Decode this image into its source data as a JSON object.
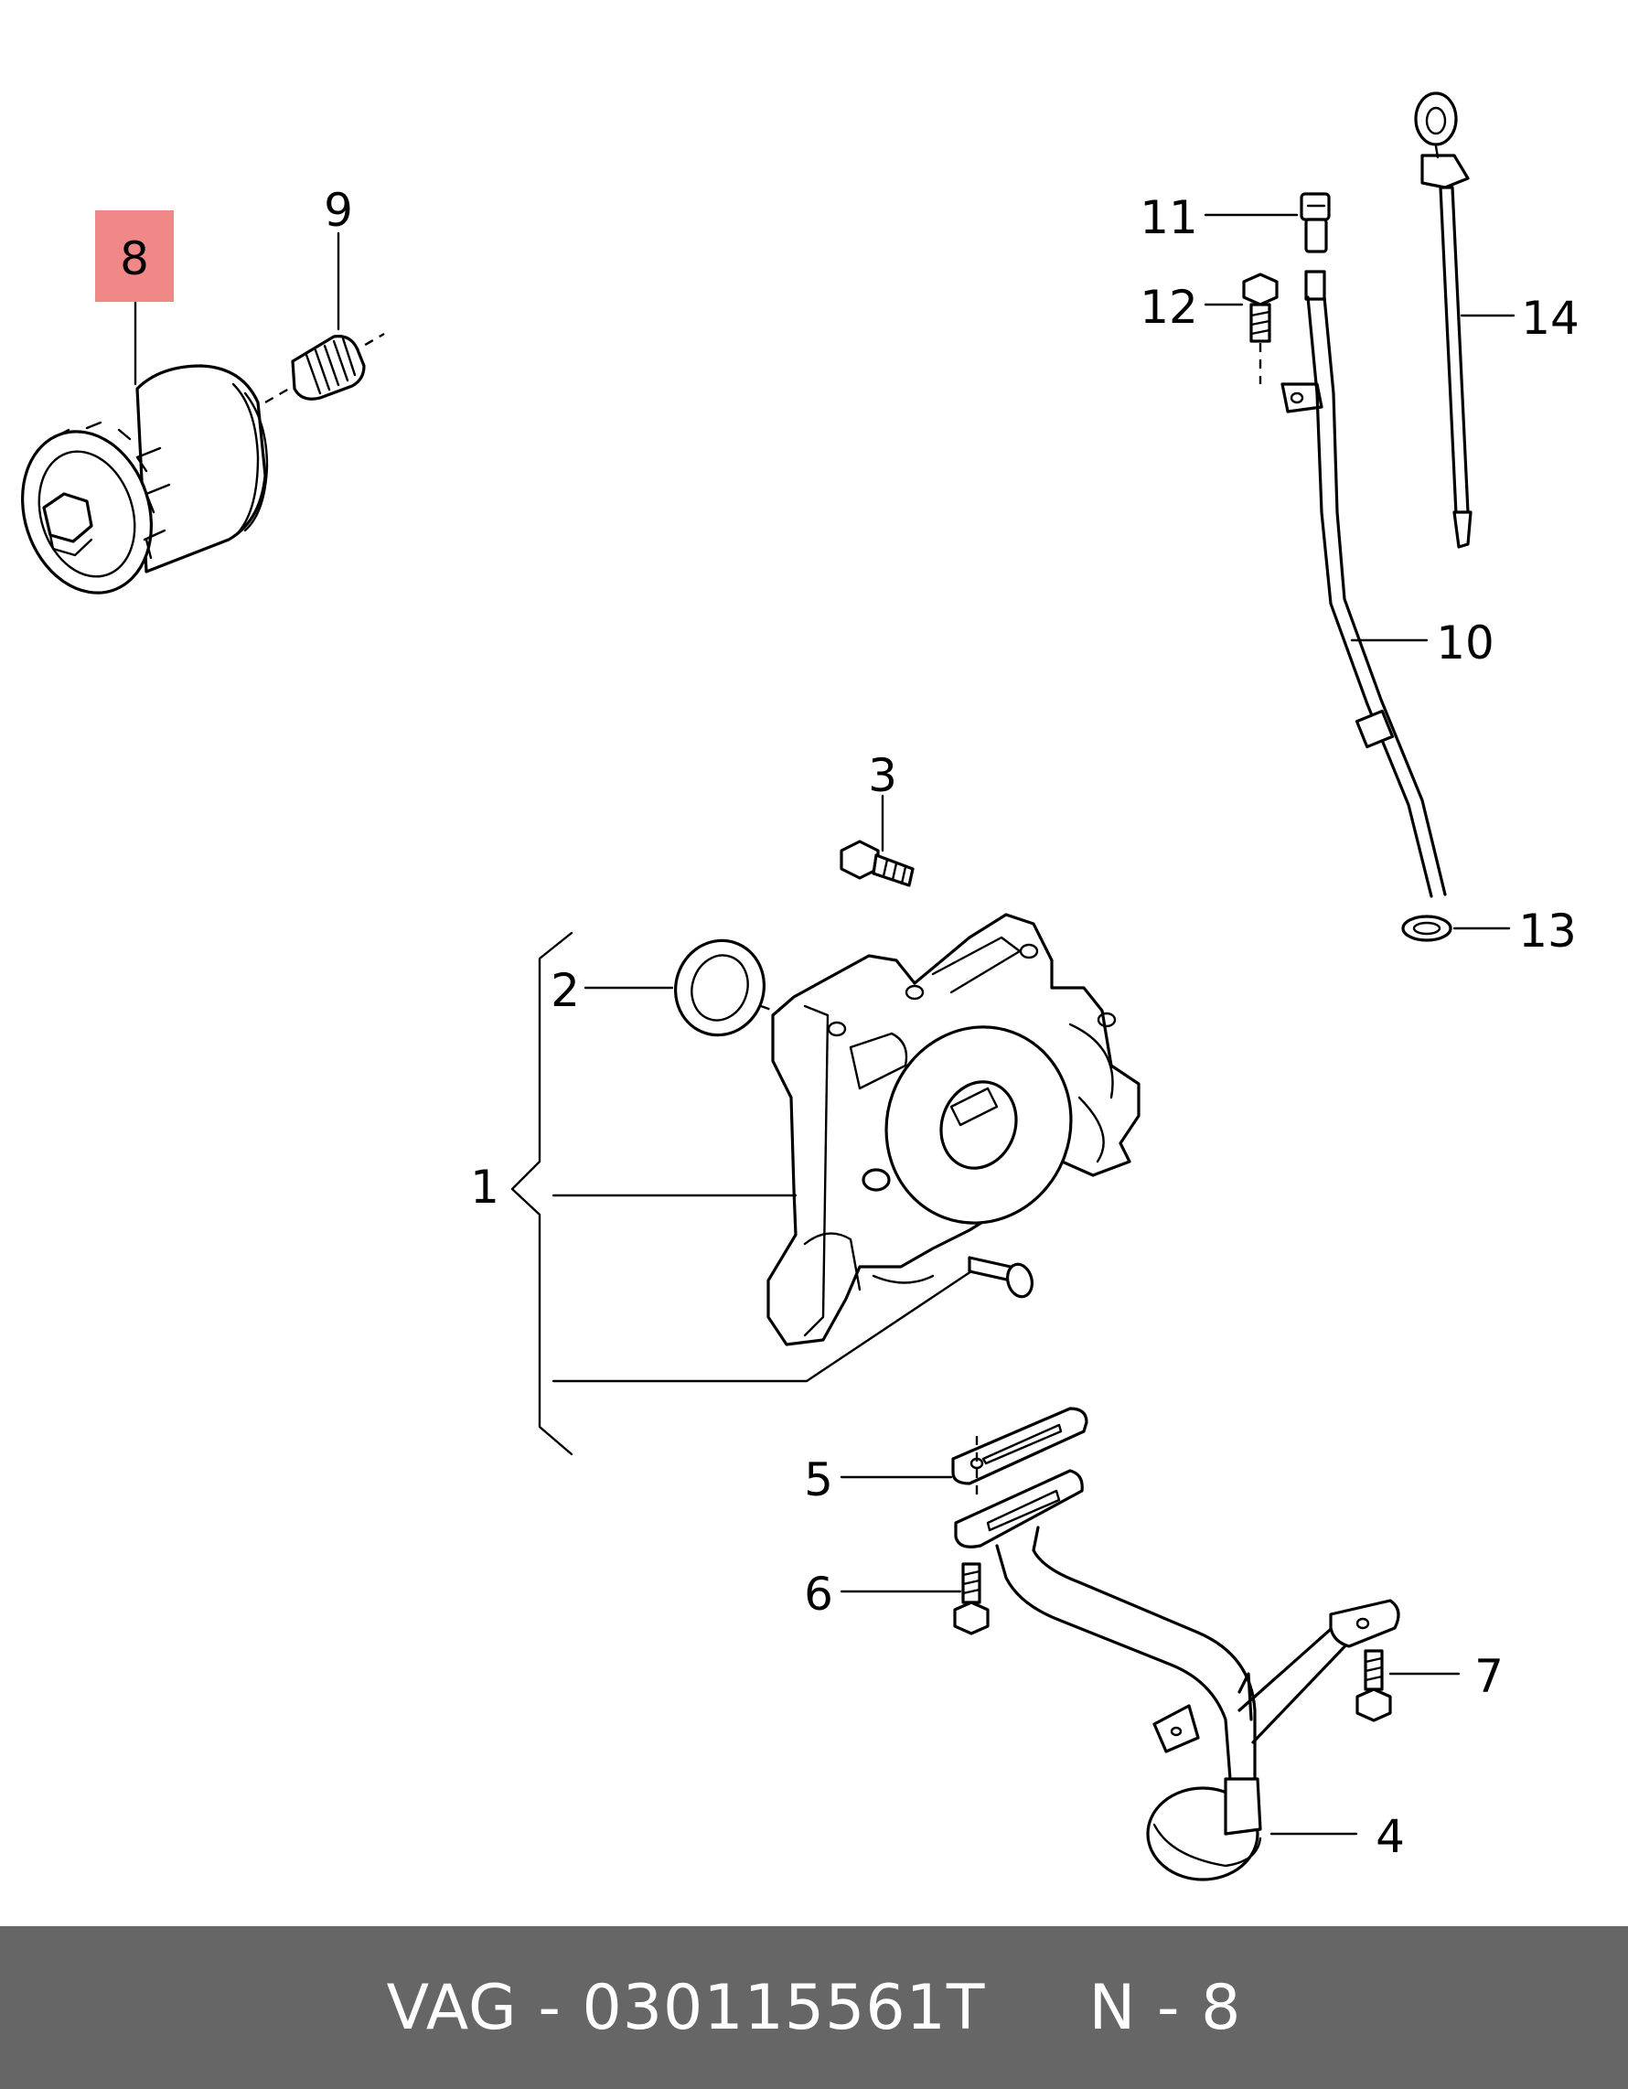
{
  "callouts": [
    {
      "id": "1",
      "label": "1"
    },
    {
      "id": "2",
      "label": "2"
    },
    {
      "id": "3",
      "label": "3"
    },
    {
      "id": "4",
      "label": "4"
    },
    {
      "id": "5",
      "label": "5"
    },
    {
      "id": "6",
      "label": "6"
    },
    {
      "id": "7",
      "label": "7"
    },
    {
      "id": "8",
      "label": "8",
      "highlighted": true
    },
    {
      "id": "9",
      "label": "9"
    },
    {
      "id": "10",
      "label": "10"
    },
    {
      "id": "11",
      "label": "11"
    },
    {
      "id": "12",
      "label": "12"
    },
    {
      "id": "13",
      "label": "13"
    },
    {
      "id": "14",
      "label": "14"
    }
  ],
  "highlight_color": "#f08888",
  "footer": {
    "brand": "VAG",
    "separator": " - ",
    "part_number": "030115561T",
    "ref_prefix": "N - ",
    "ref_number": "8",
    "background": "#666666",
    "text_color": "#ffffff"
  }
}
